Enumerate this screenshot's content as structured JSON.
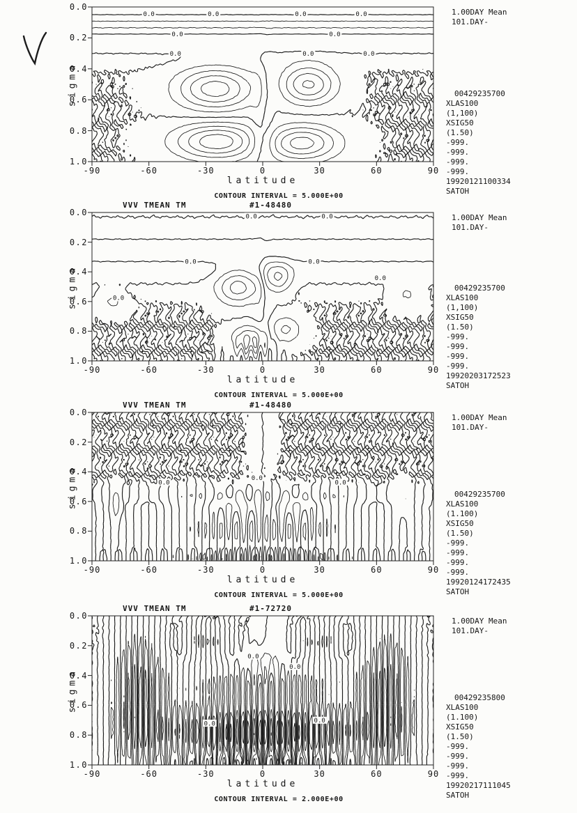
{
  "page": {
    "background": "#fcfcfa",
    "ink": "#161616",
    "handwritten_mark": "checkmark"
  },
  "chart_data": [
    {
      "type": "contour",
      "header_left": "",
      "header_center": "",
      "caption": "CONTOUR INTERVAL = 5.000E+00",
      "contour_interval": 5.0,
      "xlabel": "latitude",
      "ylabel": "sigma",
      "xticks": [
        "-90",
        "-60",
        "-30",
        "0",
        "30",
        "60",
        "90"
      ],
      "yticks": [
        "0.0",
        "0.2",
        "0.4",
        "0.6",
        "0.8",
        "1.0"
      ],
      "xlim": [
        -90,
        90
      ],
      "ylim": [
        0.0,
        1.0
      ],
      "y_axis_direction": "0 at top, 1 at bottom",
      "negative_contours": "dashed",
      "zero_contour_label": "0.0",
      "side_top": [
        "1.00DAY Mean",
        "101.DAY-"
      ],
      "side_block": [
        "00429235700",
        "XLAS100",
        "(1,100)",
        "XSIG50",
        "(1.50)",
        "-999.",
        "-999.",
        "-999.",
        "-999.",
        "19920121100334",
        "SATOH"
      ],
      "zero_labels": [
        {
          "lat": -60,
          "sig": 0.045
        },
        {
          "lat": -26,
          "sig": 0.045
        },
        {
          "lat": 20,
          "sig": 0.045
        },
        {
          "lat": 52,
          "sig": 0.045
        },
        {
          "lat": -45,
          "sig": 0.175
        },
        {
          "lat": 38,
          "sig": 0.175
        },
        {
          "lat": -46,
          "sig": 0.3
        },
        {
          "lat": 24,
          "sig": 0.3
        },
        {
          "lat": 56,
          "sig": 0.3
        }
      ],
      "field_model": {
        "noise": 0.25,
        "components": [
          {
            "t": "g",
            "a": -23,
            "x": -25,
            "wx": 20,
            "y": 0.53,
            "wy": 0.13
          },
          {
            "t": "g",
            "a": 21,
            "x": 24,
            "wx": 14,
            "y": 0.5,
            "wy": 0.12
          },
          {
            "t": "g",
            "a": 24,
            "x": -24,
            "wx": 22,
            "y": 0.87,
            "wy": 0.11
          },
          {
            "t": "g",
            "a": -23,
            "x": 20,
            "wx": 19,
            "y": 0.88,
            "wy": 0.11
          },
          {
            "t": "b",
            "a": 6,
            "p": 0.25,
            "ph": 0.05,
            "y": 0.12,
            "wy": 0.17
          },
          {
            "t": "h",
            "a": 1.2,
            "x": 0,
            "wx": 4,
            "y": 0.65,
            "wy": 0.35
          }
        ]
      }
    },
    {
      "type": "contour",
      "header_left": "VVV TMEAN TM",
      "header_center": "#1-48480",
      "caption": "CONTOUR INTERVAL = 5.000E+00",
      "contour_interval": 5.0,
      "xlabel": "latitude",
      "ylabel": "sigma",
      "xticks": [
        "-90",
        "-60",
        "-30",
        "0",
        "30",
        "60",
        "90"
      ],
      "yticks": [
        "0.0",
        "0.2",
        "0.4",
        "0.6",
        "0.8",
        "1.0"
      ],
      "xlim": [
        -90,
        90
      ],
      "ylim": [
        0.0,
        1.0
      ],
      "y_axis_direction": "0 at top, 1 at bottom",
      "negative_contours": "dashed",
      "zero_contour_label": "0.0",
      "side_top": [
        "1.00DAY Mean",
        "101.DAY-"
      ],
      "side_block": [
        "00429235700",
        "XLAS100",
        "(1,100)",
        "XSIG50",
        "(1.50)",
        "-999.",
        "-999.",
        "-999.",
        "-999.",
        "19920203172523",
        "SATOH"
      ],
      "zero_labels": [
        {
          "lat": -6,
          "sig": 0.025
        },
        {
          "lat": 34,
          "sig": 0.025
        },
        {
          "lat": -38,
          "sig": 0.33
        },
        {
          "lat": 27,
          "sig": 0.33
        },
        {
          "lat": -76,
          "sig": 0.575
        },
        {
          "lat": 62,
          "sig": 0.44
        }
      ],
      "field_model": {
        "noise": 0.3,
        "components": [
          {
            "t": "g",
            "a": -17,
            "x": -13,
            "wx": 11,
            "y": 0.5,
            "wy": 0.12
          },
          {
            "t": "g",
            "a": 15,
            "x": 8,
            "wx": 7,
            "y": 0.44,
            "wy": 0.1
          },
          {
            "t": "g",
            "a": 17,
            "x": -7,
            "wx": 9,
            "y": 0.86,
            "wy": 0.09
          },
          {
            "t": "g",
            "a": -11,
            "x": 12,
            "wx": 8,
            "y": 0.79,
            "wy": 0.09
          },
          {
            "t": "b",
            "a": 3.2,
            "p": 0.3,
            "ph": 0.03,
            "y": 0.26,
            "wy": 0.22
          },
          {
            "t": "g",
            "a": 6,
            "x": -79,
            "wx": 7,
            "y": 0.6,
            "wy": 0.07
          },
          {
            "t": "g",
            "a": 6,
            "x": 76,
            "wx": 8,
            "y": 0.55,
            "wy": 0.08
          },
          {
            "t": "s",
            "a": 6,
            "p": 5,
            "x": -5,
            "wx": 12,
            "y": 0.93,
            "wy": 0.08
          },
          {
            "t": "h",
            "a": 1.5,
            "x": 0,
            "wx": 3.5,
            "y": 0.55,
            "wy": 0.3
          }
        ]
      }
    },
    {
      "type": "contour",
      "header_left": "VVV TMEAN TM",
      "header_center": "#1-48480",
      "caption": "CONTOUR INTERVAL = 5.000E+00",
      "contour_interval": 5.0,
      "xlabel": "latitude",
      "ylabel": "sigma",
      "xticks": [
        "-90",
        "-60",
        "-30",
        "0",
        "30",
        "60",
        "90"
      ],
      "yticks": [
        "0.0",
        "0.2",
        "0.4",
        "0.6",
        "0.8",
        "1.0"
      ],
      "xlim": [
        -90,
        90
      ],
      "ylim": [
        0.0,
        1.0
      ],
      "y_axis_direction": "0 at top, 1 at bottom",
      "negative_contours": "dashed",
      "zero_contour_label": "0.0",
      "side_top": [
        "1.00DAY Mean",
        "101.DAY-"
      ],
      "side_block": [
        "00429235700",
        "XLAS100",
        "(1.100)",
        "XSIG50",
        "(1.50)",
        "-999.",
        "-999.",
        "-999.",
        "-999.",
        "19920124172435",
        "SATOH"
      ],
      "zero_labels": [
        {
          "lat": -52,
          "sig": 0.47
        },
        {
          "lat": -3,
          "sig": 0.44
        },
        {
          "lat": 41,
          "sig": 0.47
        }
      ],
      "field_model": {
        "noise": 0.3,
        "components": [
          {
            "t": "s",
            "a": 7,
            "p": 8,
            "x": 0,
            "wx": 70,
            "y": 0.78,
            "wy": 0.17
          },
          {
            "t": "s",
            "a": 6,
            "p": 10,
            "x": 0,
            "wx": 75,
            "y": 0.56,
            "wy": 0.05
          },
          {
            "t": "s",
            "a": 9,
            "p": 4,
            "x": 0,
            "wx": 60,
            "y": 0.98,
            "wy": 0.06
          },
          {
            "t": "h",
            "a": 0.5,
            "x": 0,
            "wx": 5,
            "y": 0.18,
            "wy": 0.22
          },
          {
            "t": "g",
            "a": -6,
            "x": -10,
            "wx": 14,
            "y": 0.62,
            "wy": 0.09
          },
          {
            "t": "g",
            "a": 6,
            "x": 14,
            "wx": 12,
            "y": 0.63,
            "wy": 0.09
          },
          {
            "t": "g",
            "a": 6,
            "x": -77,
            "wx": 3,
            "y": 0.62,
            "wy": 0.1
          },
          {
            "t": "g",
            "a": -6,
            "x": 74,
            "wx": 3,
            "y": 0.6,
            "wy": 0.1
          }
        ]
      }
    },
    {
      "type": "contour",
      "header_left": "VVV TMEAN TM",
      "header_center": "#1-72720",
      "caption": "CONTOUR INTERVAL = 2.000E+00",
      "contour_interval": 2.0,
      "xlabel": "latitude",
      "ylabel": "sigma",
      "xticks": [
        "-90",
        "-60",
        "-30",
        "0",
        "30",
        "60",
        "90"
      ],
      "yticks": [
        "0.0",
        "0.2",
        "0.4",
        "0.6",
        "0.8",
        "1.0"
      ],
      "xlim": [
        -90,
        90
      ],
      "ylim": [
        0.0,
        1.0
      ],
      "y_axis_direction": "0 at top, 1 at bottom",
      "negative_contours": "dashed",
      "zero_contour_label": "0.0",
      "side_top": [
        "1.00DAY Mean",
        "101.DAY-"
      ],
      "side_block": [
        "00429235800",
        "XLAS100",
        "(1.100)",
        "XSIG50",
        "(1.50)",
        "-999.",
        "-999.",
        "-999.",
        "-999.",
        "19920217111045",
        "SATOH"
      ],
      "zero_labels": [
        {
          "lat": -5,
          "sig": 0.27
        },
        {
          "lat": 17,
          "sig": 0.34
        },
        {
          "lat": -28,
          "sig": 0.72
        },
        {
          "lat": 30,
          "sig": 0.7
        }
      ],
      "field_model": {
        "noise": 0.2,
        "components": [
          {
            "t": "s",
            "a": 5,
            "p": 6,
            "x": -66,
            "wx": 14,
            "y": 0.55,
            "wy": 0.45
          },
          {
            "t": "s",
            "a": 5,
            "p": 6,
            "x": 66,
            "wx": 14,
            "y": 0.55,
            "wy": 0.45
          },
          {
            "t": "s",
            "a": 8,
            "p": 6,
            "x": 0,
            "wx": 55,
            "y": 0.78,
            "wy": 0.18
          },
          {
            "t": "s",
            "a": 3,
            "p": 6,
            "x": 0,
            "wx": 50,
            "y": 0.45,
            "wy": 0.12
          },
          {
            "t": "s",
            "a": 2.6,
            "p": 5,
            "x": -30,
            "wx": 15,
            "y": 0.17,
            "wy": 0.09
          },
          {
            "t": "s",
            "a": 2.6,
            "p": 5,
            "x": 30,
            "wx": 15,
            "y": 0.17,
            "wy": 0.09
          },
          {
            "t": "s",
            "a": 4,
            "p": 3.5,
            "x": 0,
            "wx": 55,
            "y": 0.98,
            "wy": 0.05
          },
          {
            "t": "g",
            "a": 3,
            "x": 0,
            "wx": 9,
            "y": 0.33,
            "wy": 0.12
          },
          {
            "t": "h",
            "a": 0.4,
            "x": 2,
            "wx": 5,
            "y": 0.12,
            "wy": 0.18
          }
        ]
      }
    }
  ]
}
